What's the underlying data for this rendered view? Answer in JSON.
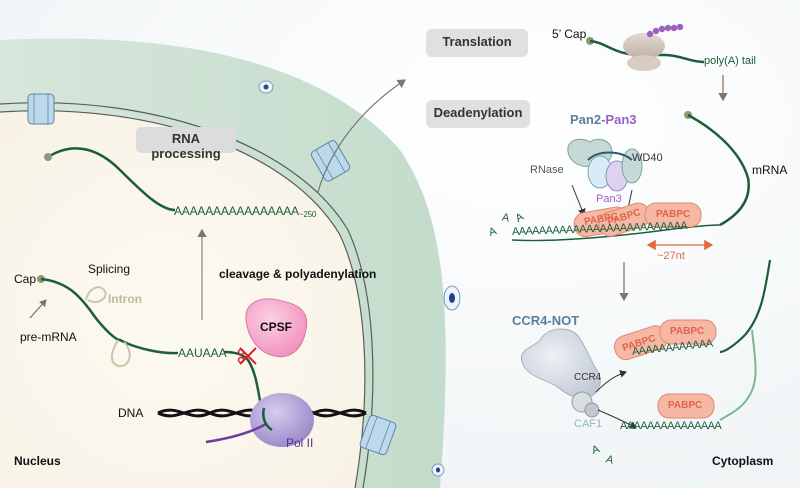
{
  "section_labels": {
    "rna_processing": "RNA processing",
    "translation": "Translation",
    "deadenylation": "Deadenylation"
  },
  "compartments": {
    "nucleus": "Nucleus",
    "cytoplasm": "Cytoplasm"
  },
  "nucleus": {
    "cap": "Cap",
    "splicing": "Splicing",
    "intron": "Intron",
    "pre_mrna": "pre-mRNA",
    "polya_signal": "AAUAAA",
    "dna": "DNA",
    "pol2": "Pol II",
    "cpsf": "CPSF",
    "cleavage": "cleavage & polyadenylation",
    "polya_tail": "AAAAAAAAAAAAAAAA",
    "polya_length": "~250"
  },
  "translation": {
    "five_cap": "5’ Cap",
    "polya_tail": "poly(A) tail",
    "mrna": "mRNA"
  },
  "deadenylation": {
    "complex": "Pan2-Pan3",
    "complex_part1": "Pan2",
    "complex_sep": "-",
    "complex_part2": "Pan3",
    "rnase": "RNase",
    "wd40": "WD40",
    "pan3": "Pan3",
    "pabpc": "PABPC",
    "spacing": "~27nt",
    "tail_top": "AAAAAAAAAAAAAAAAAAAAAAAAAA",
    "free_a": "A"
  },
  "ccr4": {
    "complex": "CCR4-NOT",
    "ccr4": "CCR4",
    "caf1": "CAF1",
    "pabpc": "PABPC",
    "tail_mid": "AAAAAAAAAAAA",
    "tail_low": "AAAAAAAAAAAAAAA",
    "free_a": "A"
  },
  "colors": {
    "rna": "#1d5e3a",
    "pabpc_fill": "#f5b8a4",
    "pabpc_text": "#e0644a",
    "cpsf": "#f07fb5",
    "pol2": "#9a87c9",
    "pan3_text": "#9a5fc4",
    "complex_text": "#5a7fa0",
    "arrow_orange": "#e06a40",
    "caf1_text": "#8fb7c9"
  }
}
